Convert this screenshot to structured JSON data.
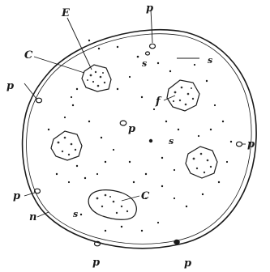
{
  "figure": {
    "labels": {
      "E": "E",
      "C_top": "C",
      "C_bottom": "C",
      "f": "f",
      "s_top": "s",
      "s_right": "s",
      "s_mid": "s",
      "s_bottom": "s",
      "p_top": "p",
      "p_left": "p",
      "p_center": "p",
      "p_right": "p",
      "p_lower_left": "p",
      "n": "n",
      "p_bottom_left": "p",
      "p_bottom_right": "p"
    }
  }
}
